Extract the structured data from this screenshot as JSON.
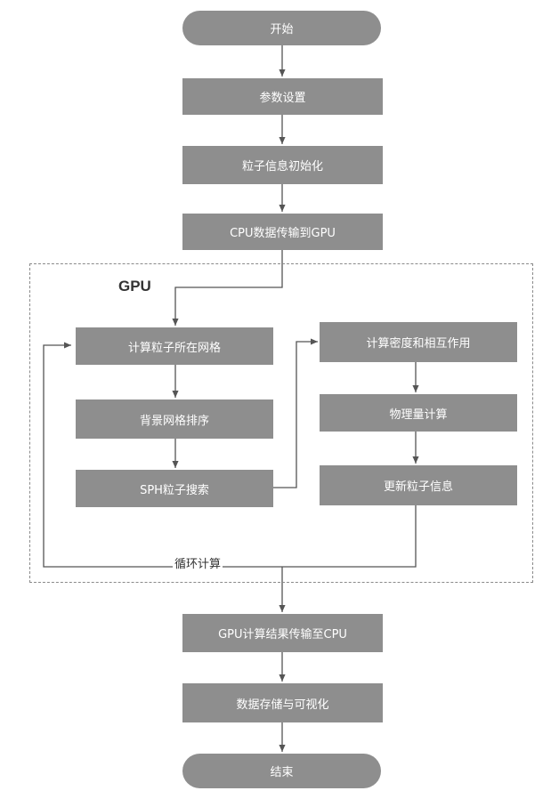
{
  "diagram": {
    "gpu_label": "GPU",
    "loop_label": "循环计算",
    "start": "开始",
    "end": "结束",
    "main_steps": [
      "参数设置",
      "粒子信息初始化",
      "CPU数据传输到GPU"
    ],
    "gpu_left_steps": [
      "计算粒子所在网格",
      "背景网格排序",
      "SPH粒子搜索"
    ],
    "gpu_right_steps": [
      "计算密度和相互作用",
      "物理量计算",
      "更新粒子信息"
    ],
    "after_steps": [
      "GPU计算结果传输至CPU",
      "数据存储与可视化"
    ]
  }
}
